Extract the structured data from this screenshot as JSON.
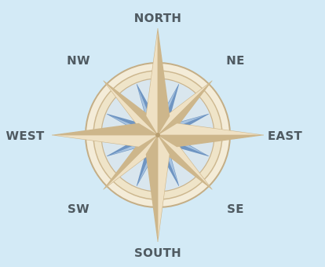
{
  "labels": {
    "north": "NORTH",
    "south": "SOUTH",
    "east": "EAST",
    "west": "WEST",
    "northeast": "NE",
    "northwest": "NW",
    "southeast": "SE",
    "southwest": "SW"
  },
  "colors": {
    "background": "#d3eaf6",
    "label": "#4f5a61",
    "point_light": "#efe1c4",
    "point_dark": "#cdb68b",
    "inner_point_light": "#a9c4e0",
    "inner_point_dark": "#6f95c2",
    "ring_fill": "#f3e9d2",
    "ring_stroke": "#c4ae86"
  }
}
